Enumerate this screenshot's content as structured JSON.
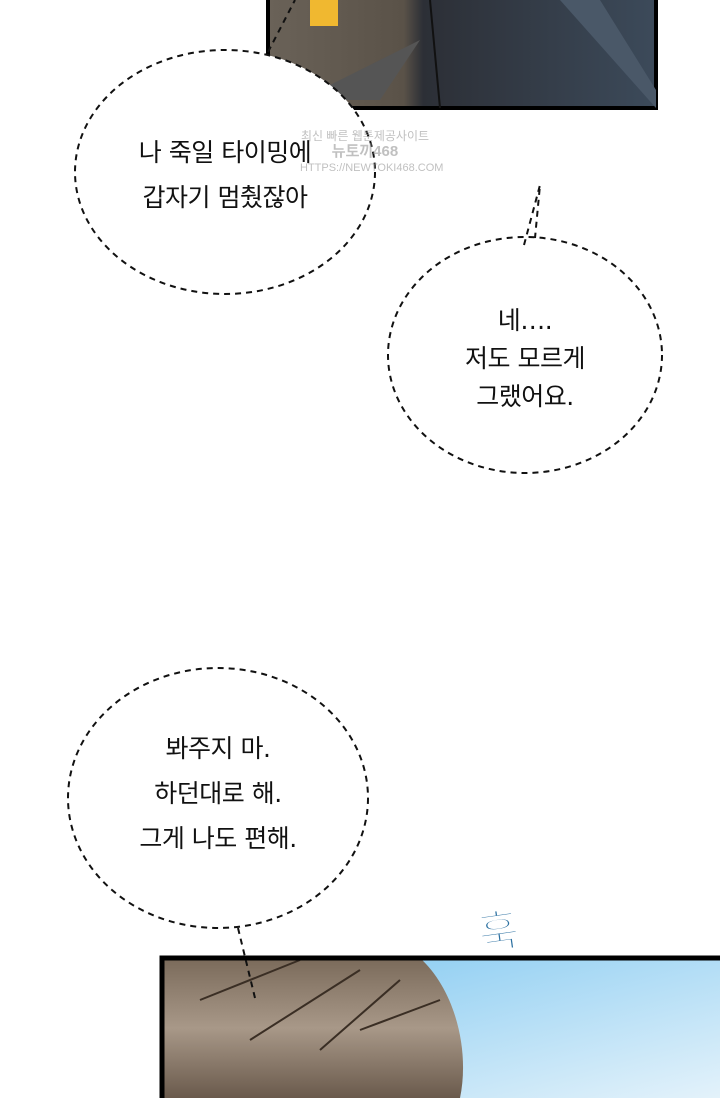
{
  "bubbles": [
    {
      "lines": [
        "나 죽일 타이밍에",
        "갑자기 멈췄잖아"
      ]
    },
    {
      "lines": [
        "네….",
        "저도 모르게",
        "그랬어요."
      ]
    },
    {
      "lines": [
        "봐주지 마.",
        "하던대로 해.",
        "그게 나도 편해."
      ]
    }
  ],
  "sound_effect": "훅",
  "watermark": {
    "line1": "최신 빠른 웹툰제공사이트",
    "line2": "뉴토끼468",
    "line3": "HTTPS://NEWTOKI468.COM"
  },
  "colors": {
    "sky": "#8ccdf0",
    "hair": "#8a7a6a",
    "panel_dark": "#3a3c44",
    "sfx": "#2a6fa0"
  }
}
